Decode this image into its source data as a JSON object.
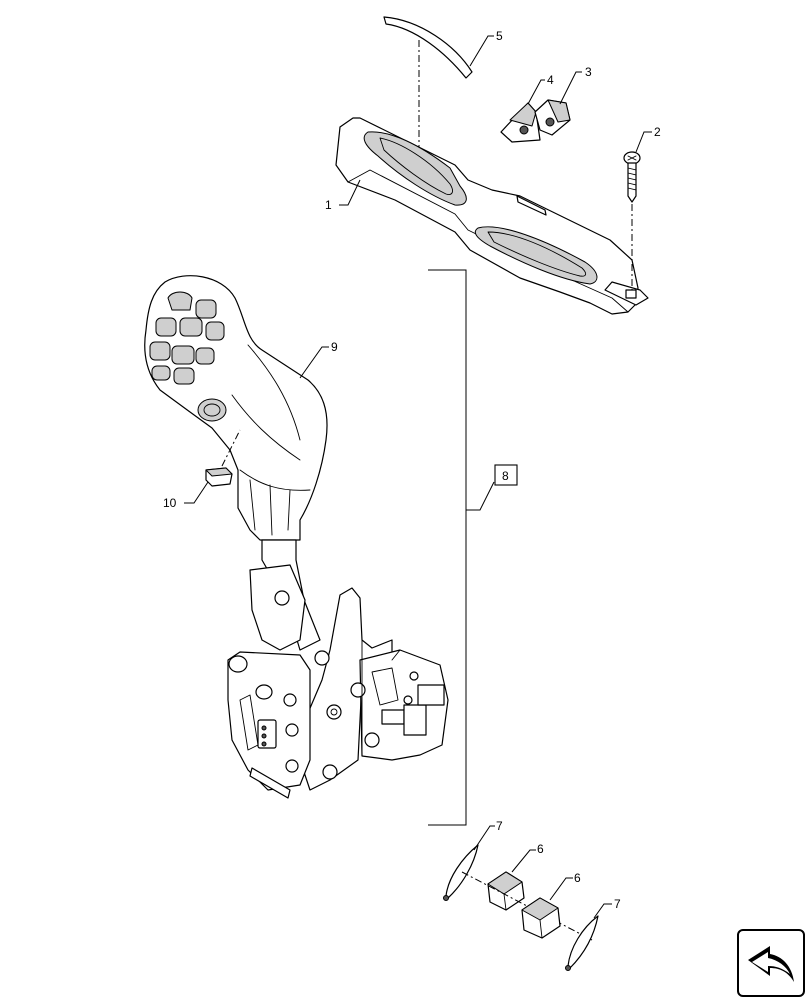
{
  "callouts": {
    "c1": "1",
    "c2": "2",
    "c3": "3",
    "c4": "4",
    "c5": "5",
    "c6a": "6",
    "c6b": "6",
    "c7a": "7",
    "c7b": "7",
    "c8": "8",
    "c9": "9",
    "c10": "10"
  },
  "icons": {
    "corner": "next-arrow-icon"
  }
}
